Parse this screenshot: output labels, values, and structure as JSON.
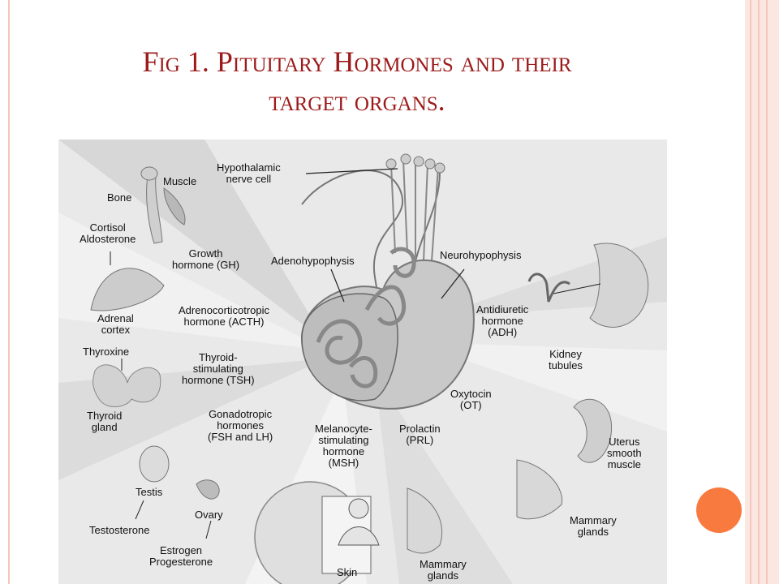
{
  "slide": {
    "title_line1": "Fig 1. Pituitary Hormones and their",
    "title_line2": "target organs."
  },
  "diagram": {
    "labels": {
      "hypothalamic": "Hypothalamic\nnerve cell",
      "muscle": "Muscle",
      "bone": "Bone",
      "cortisol": "Cortisol\nAldosterone",
      "gh": "Growth\nhormone (GH)",
      "adenohypophysis": "Adenohypophysis",
      "neurohypophysis": "Neurohypophysis",
      "adrenal": "Adrenal\ncortex",
      "acth": "Adrenocorticotropic\nhormone (ACTH)",
      "adh": "Antidiuretic\nhormone\n(ADH)",
      "thyroxine": "Thyroxine",
      "tsh": "Thyroid-\nstimulating\nhormone (TSH)",
      "kidney": "Kidney\ntubules",
      "thyroid": "Thyroid\ngland",
      "gonadotropic": "Gonadotropic\nhormones\n(FSH and LH)",
      "oxytocin": "Oxytocin\n(OT)",
      "msh": "Melanocyte-\nstimulating\nhormone\n(MSH)",
      "prolactin": "Prolactin\n(PRL)",
      "uterus": "Uterus\nsmooth\nmuscle",
      "testis": "Testis",
      "ovary": "Ovary",
      "testosterone": "Testosterone",
      "mammary_right": "Mammary\nglands",
      "estrogen": "Estrogen\nProgesterone",
      "skin": "Skin",
      "mammary_bottom": "Mammary\nglands"
    }
  },
  "colors": {
    "title": "#9c1a1a",
    "accent_dot": "#f97a3f",
    "border": "#f4c7bc"
  }
}
